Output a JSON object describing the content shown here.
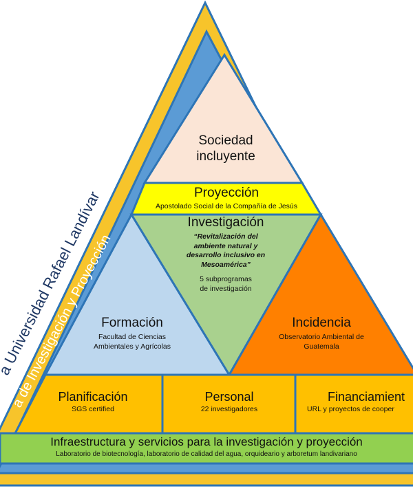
{
  "outer_frame": {
    "label": "Universidad Rafael Landívar",
    "label_prefix_partial": "a",
    "fill_color": "#f7c42b"
  },
  "inner_frame": {
    "label": "a de Investigación y Proyección",
    "fill_color": "#5b9bd5"
  },
  "segments": {
    "sociedad": {
      "title_line1": "Sociedad",
      "title_line2": "incluyente",
      "color": "#fbe5d6"
    },
    "proyeccion": {
      "title": "Proyección",
      "subtitle": "Apostolado Social de la Compañía de Jesús",
      "color": "#ffff00"
    },
    "investigacion": {
      "title": "Investigación",
      "quote_line1": "“Revitalización del",
      "quote_line2": "ambiente natural y",
      "quote_line3": "desarrollo inclusivo en",
      "quote_line4": "Mesoamérica”",
      "detail_line1": "5 subprogramas",
      "detail_line2": "de investigación",
      "color": "#a9d18e"
    },
    "formacion": {
      "title": "Formación",
      "line1": "Facultad de Ciencias",
      "line2": "Ambientales y Agrícolas",
      "color": "#bdd7ee"
    },
    "incidencia": {
      "title": "Incidencia",
      "line1": "Observatorio Ambiental de",
      "line2": "Guatemala",
      "color": "#ff8000"
    }
  },
  "bottom_row": [
    {
      "title": "Planificación",
      "subtitle": "SGS certified"
    },
    {
      "title": "Personal",
      "subtitle": "22 investigadores"
    },
    {
      "title": "Financiamient",
      "subtitle": "URL  y proyectos de cooper"
    }
  ],
  "base": {
    "title": "Infraestructura y servicios para la investigación y proyección",
    "subtitle": "Laboratorio de biotecnología, laboratorio de calidad del agua, orquideario y arboretum landivariano",
    "color": "#92d050"
  },
  "colors": {
    "border": "#2e75b6",
    "bottom_row": "#ffc000"
  }
}
